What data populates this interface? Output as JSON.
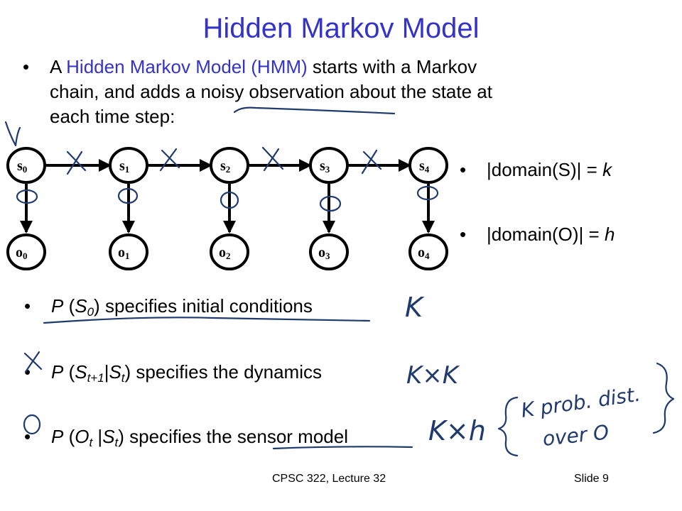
{
  "slide": {
    "title": "Hidden Markov Model",
    "intro": {
      "prefix": "A ",
      "highlight": "Hidden Markov Model (HMM)",
      "line1_rest": " starts with a Markov",
      "line2": "chain, and adds a noisy observation about the state at",
      "line3": "each time step:"
    },
    "side_bullets": [
      {
        "text": "|domain(S)| = ",
        "var": "k"
      },
      {
        "text": "|domain(O)| = ",
        "var": "h"
      }
    ],
    "bullets": [
      {
        "p": "P",
        "open": " (",
        "var": "S",
        "sub": "0",
        "close": ")",
        "rest": " specifies initial conditions"
      },
      {
        "p": "P",
        "open": " (",
        "var": "S",
        "sub": "t+1",
        "mid": "|",
        "var2": "S",
        "sub2": "t",
        "close": ")",
        "rest": " specifies the dynamics"
      },
      {
        "p": "P",
        "open": " (",
        "var": "O",
        "sub": "t",
        "mid": " |",
        "var2": "S",
        "sub2": "t",
        "close": ")",
        "rest": " specifies the sensor model"
      }
    ],
    "diagram": {
      "states": [
        {
          "main": "s",
          "sub": "0"
        },
        {
          "main": "s",
          "sub": "1"
        },
        {
          "main": "s",
          "sub": "2"
        },
        {
          "main": "s",
          "sub": "3"
        },
        {
          "main": "s",
          "sub": "4"
        }
      ],
      "observations": [
        {
          "main": "o",
          "sub": "0"
        },
        {
          "main": "o",
          "sub": "1"
        },
        {
          "main": "o",
          "sub": "2"
        },
        {
          "main": "o",
          "sub": "3"
        },
        {
          "main": "o",
          "sub": "4"
        }
      ]
    },
    "handwriting": {
      "initial": "K",
      "dynamics": "K×K",
      "sensor": "K×h",
      "note_line1": "K prob. dist.",
      "note_line2": "over O"
    },
    "footer": {
      "course": "CPSC 322, Lecture 32",
      "slide": "Slide 9"
    },
    "colors": {
      "title": "#3333cc",
      "ink": "#1f3a6e"
    }
  }
}
